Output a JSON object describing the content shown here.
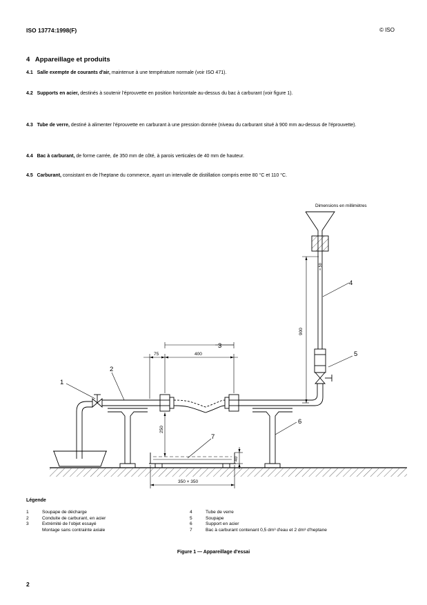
{
  "header": {
    "standard_id": "ISO 13774:1998(F)",
    "copyright": "© ISO"
  },
  "section": {
    "number": "4",
    "title": "Appareillage et produits"
  },
  "paragraphs": [
    {
      "num": "4.1",
      "term": "Salle exempte de courants d'air,",
      "text": " maintenue à une température normale (voir ISO 471)."
    },
    {
      "num": "4.2",
      "term": "Supports en acier,",
      "text": " destinés à soutenir l'éprouvette en position horizontale au-dessus du bac à carburant (voir figure 1)."
    },
    {
      "num": "4.3",
      "term": "Tube de verre,",
      "text": " destiné à alimenter l'éprouvette en carburant à une pression donnée (niveau du carburant situé à 900 mm au-dessus de l'éprouvette)."
    },
    {
      "num": "4.4",
      "term": "Bac à carburant,",
      "text": " de forme carrée, de 350 mm de côté, à parois verticales de 40 mm de hauteur."
    },
    {
      "num": "4.5",
      "term": "Carburant,",
      "text": " consistant en de l'heptane du commerce, ayant un intervalle de distillation compris entre 80 °C et 110 °C."
    }
  ],
  "figure": {
    "dimensions_note": "Dimensions en millimètres",
    "dims": {
      "d75": "75",
      "d400": "400",
      "d900": "900",
      "d250": "250",
      "d40": "40",
      "d350": "350 × 350",
      "small": "≈ 50"
    },
    "callouts": [
      "1",
      "2",
      "3",
      "4",
      "5",
      "6",
      "7"
    ],
    "caption": "Figure 1 — Appareillage d'essai"
  },
  "legend": {
    "title": "Légende",
    "left": [
      {
        "num": "1",
        "text": "Soupape de décharge"
      },
      {
        "num": "2",
        "text": "Conduite de carburant, en acier"
      },
      {
        "num": "3",
        "text": "Extrémité de l'objet essayé"
      },
      {
        "num": "",
        "text": "Montage sans contrainte axiale"
      }
    ],
    "right": [
      {
        "num": "4",
        "text": "Tube de verre"
      },
      {
        "num": "5",
        "text": "Soupape"
      },
      {
        "num": "6",
        "text": "Support en acier"
      },
      {
        "num": "7",
        "text": "Bac à carburant contenant 0,5 dm³ d'eau et 2 dm³ d'heptane"
      }
    ]
  },
  "page_number": "2"
}
